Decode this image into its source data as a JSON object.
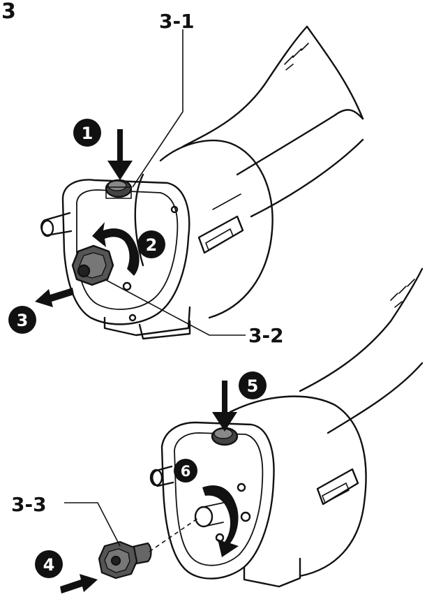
{
  "figure": {
    "number": "3",
    "labels": {
      "l31": "3-1",
      "l32": "3-2",
      "l33": "3-3"
    },
    "steps": {
      "s1": "1",
      "s2": "2",
      "s3": "3",
      "s4": "4",
      "s5": "5",
      "s6": "6"
    },
    "colors": {
      "ink": "#111111",
      "paper": "#ffffff",
      "badge": "#111111"
    }
  }
}
